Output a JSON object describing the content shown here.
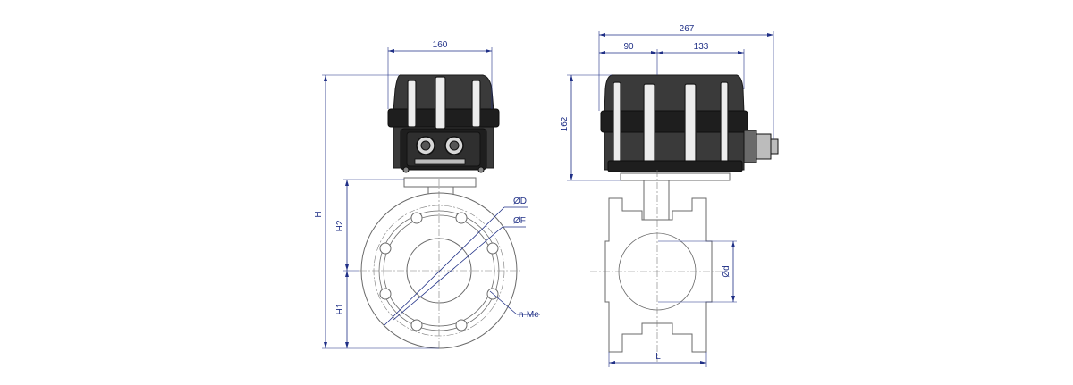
{
  "colors": {
    "dimension": "#1f2f86",
    "outline": "#6a6a6a",
    "actuator": "#2a2a2a"
  },
  "front_view": {
    "dim_top_width": "160",
    "dim_H": "H",
    "dim_H2": "H2",
    "dim_H1": "H1",
    "label_OD": "ØD",
    "label_OF": "ØF",
    "label_nMe": "n-Me"
  },
  "side_view": {
    "dim_total": "267",
    "dim_left": "90",
    "dim_right": "133",
    "dim_height": "162",
    "dim_bore": "Ød",
    "dim_length": "L"
  }
}
